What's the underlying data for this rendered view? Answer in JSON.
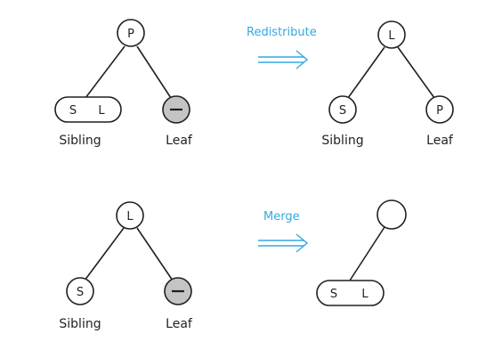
{
  "colors": {
    "accent": "#33a9e0",
    "ink": "#231f20",
    "empty_node": "#c4c4c4"
  },
  "top": {
    "before": {
      "parent": "P",
      "sibling_keys": [
        "S",
        "L"
      ],
      "leaf": "–",
      "sibling_label": "Sibling",
      "leaf_label": "Leaf"
    },
    "operation": "Redistribute",
    "after": {
      "parent": "L",
      "sibling": "S",
      "leaf": "P",
      "sibling_label": "Sibling",
      "leaf_label": "Leaf"
    }
  },
  "bottom": {
    "before": {
      "parent": "L",
      "sibling": "S",
      "leaf": "–",
      "sibling_label": "Sibling",
      "leaf_label": "Leaf"
    },
    "operation": "Merge",
    "after": {
      "parent": "",
      "merged_keys": [
        "S",
        "L"
      ]
    }
  }
}
